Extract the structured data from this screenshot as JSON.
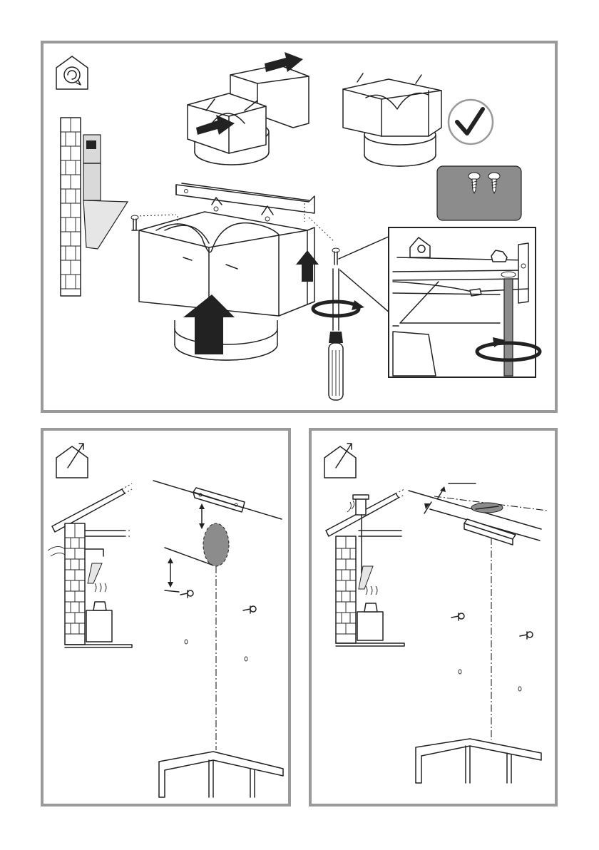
{
  "figure": {
    "panels": [
      {
        "id": "recirculation-assembly",
        "mode_icon": "recirculation-house-icon",
        "status_icon": "checkmark-icon",
        "inset": "screw-detail-inset",
        "parts_box": "screws-box"
      },
      {
        "id": "extraction-wall-ducting",
        "mode_icon": "extraction-house-icon"
      },
      {
        "id": "extraction-ceiling-ducting",
        "mode_icon": "extraction-house-icon"
      }
    ],
    "colors": {
      "frame": "#9a9a9a",
      "line": "#222222",
      "parts_box": "#8c8c8c",
      "duct_marker": "#8c8c8c"
    }
  }
}
